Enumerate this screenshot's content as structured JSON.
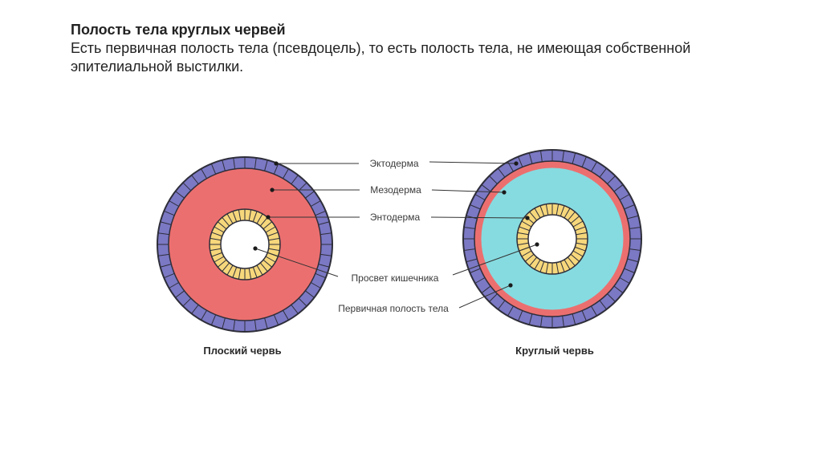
{
  "slide": {
    "title": "Полость тела круглых червей",
    "body": "Есть первичная полость тела (псевдоцель), то есть полость тела, не имеющая собственной эпителиальной выстилки."
  },
  "labels": {
    "ectoderm": "Эктодерма",
    "mesoderm": "Мезодерма",
    "endoderm": "Энтодерма",
    "gut_lumen": "Просвет кишечника",
    "primary_cavity": "Первичная полость тела"
  },
  "captions": {
    "flatworm": "Плоский червь",
    "roundworm": "Круглый червь"
  },
  "colors": {
    "ectoderm": "#7b78c4",
    "mesoderm": "#ec6f6f",
    "endoderm": "#f6d77b",
    "primary_cavity": "#86dbe0",
    "outline": "#2e2e3a",
    "leader": "#333333"
  }
}
